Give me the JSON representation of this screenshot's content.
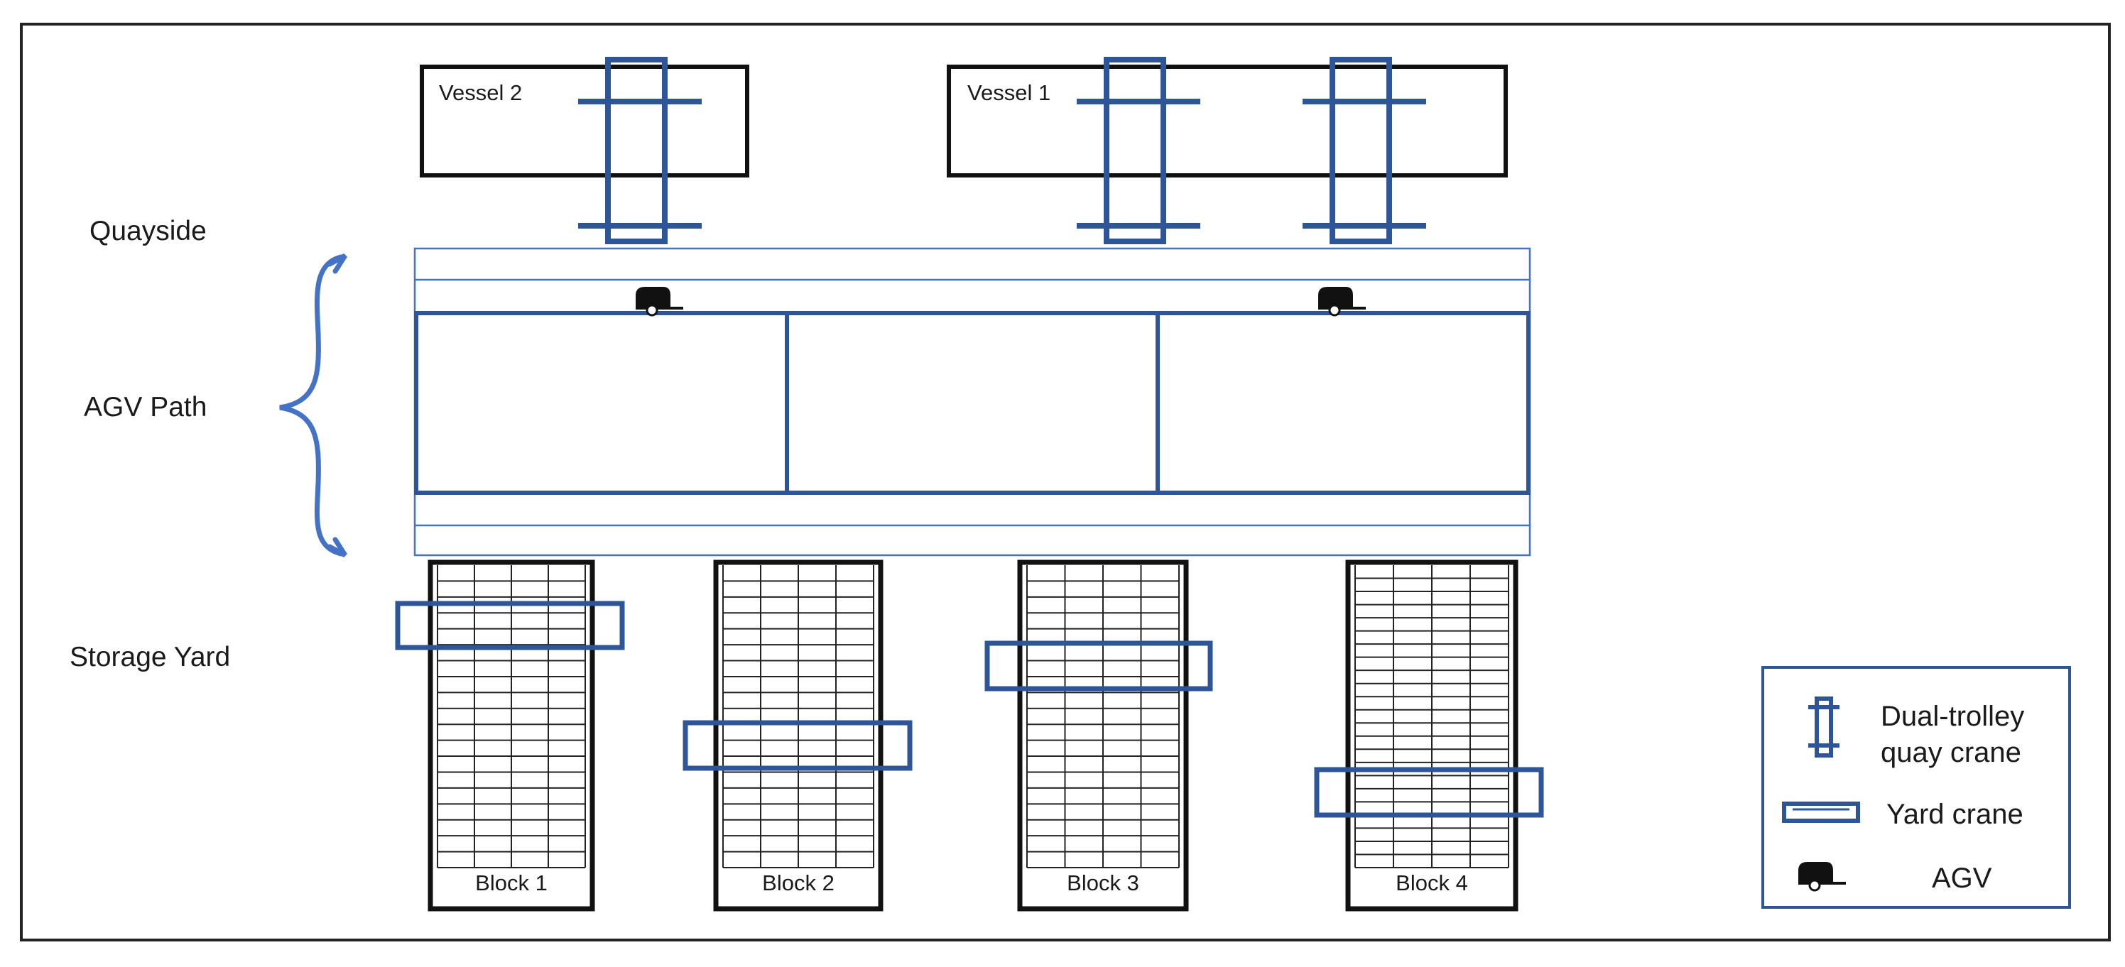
{
  "regions": {
    "quayside": "Quayside",
    "agv_path": "AGV Path",
    "storage_yard": "Storage Yard"
  },
  "vessels": [
    {
      "label": "Vessel 2"
    },
    {
      "label": "Vessel 1"
    }
  ],
  "blocks": [
    {
      "label": "Block 1"
    },
    {
      "label": "Block 2"
    },
    {
      "label": "Block 3"
    },
    {
      "label": "Block 4"
    }
  ],
  "legend": {
    "quay_crane_line1": "Dual-trolley",
    "quay_crane_line2": "quay crane",
    "yard_crane": "Yard crane",
    "agv": "AGV"
  },
  "colors": {
    "crane_blue": "#2e5597",
    "path_blue": "#4472c4",
    "outline_black": "#111111"
  },
  "icons": {
    "quay_crane": "dual-trolley-quay-crane-icon",
    "yard_crane": "yard-crane-icon",
    "agv": "agv-icon"
  }
}
